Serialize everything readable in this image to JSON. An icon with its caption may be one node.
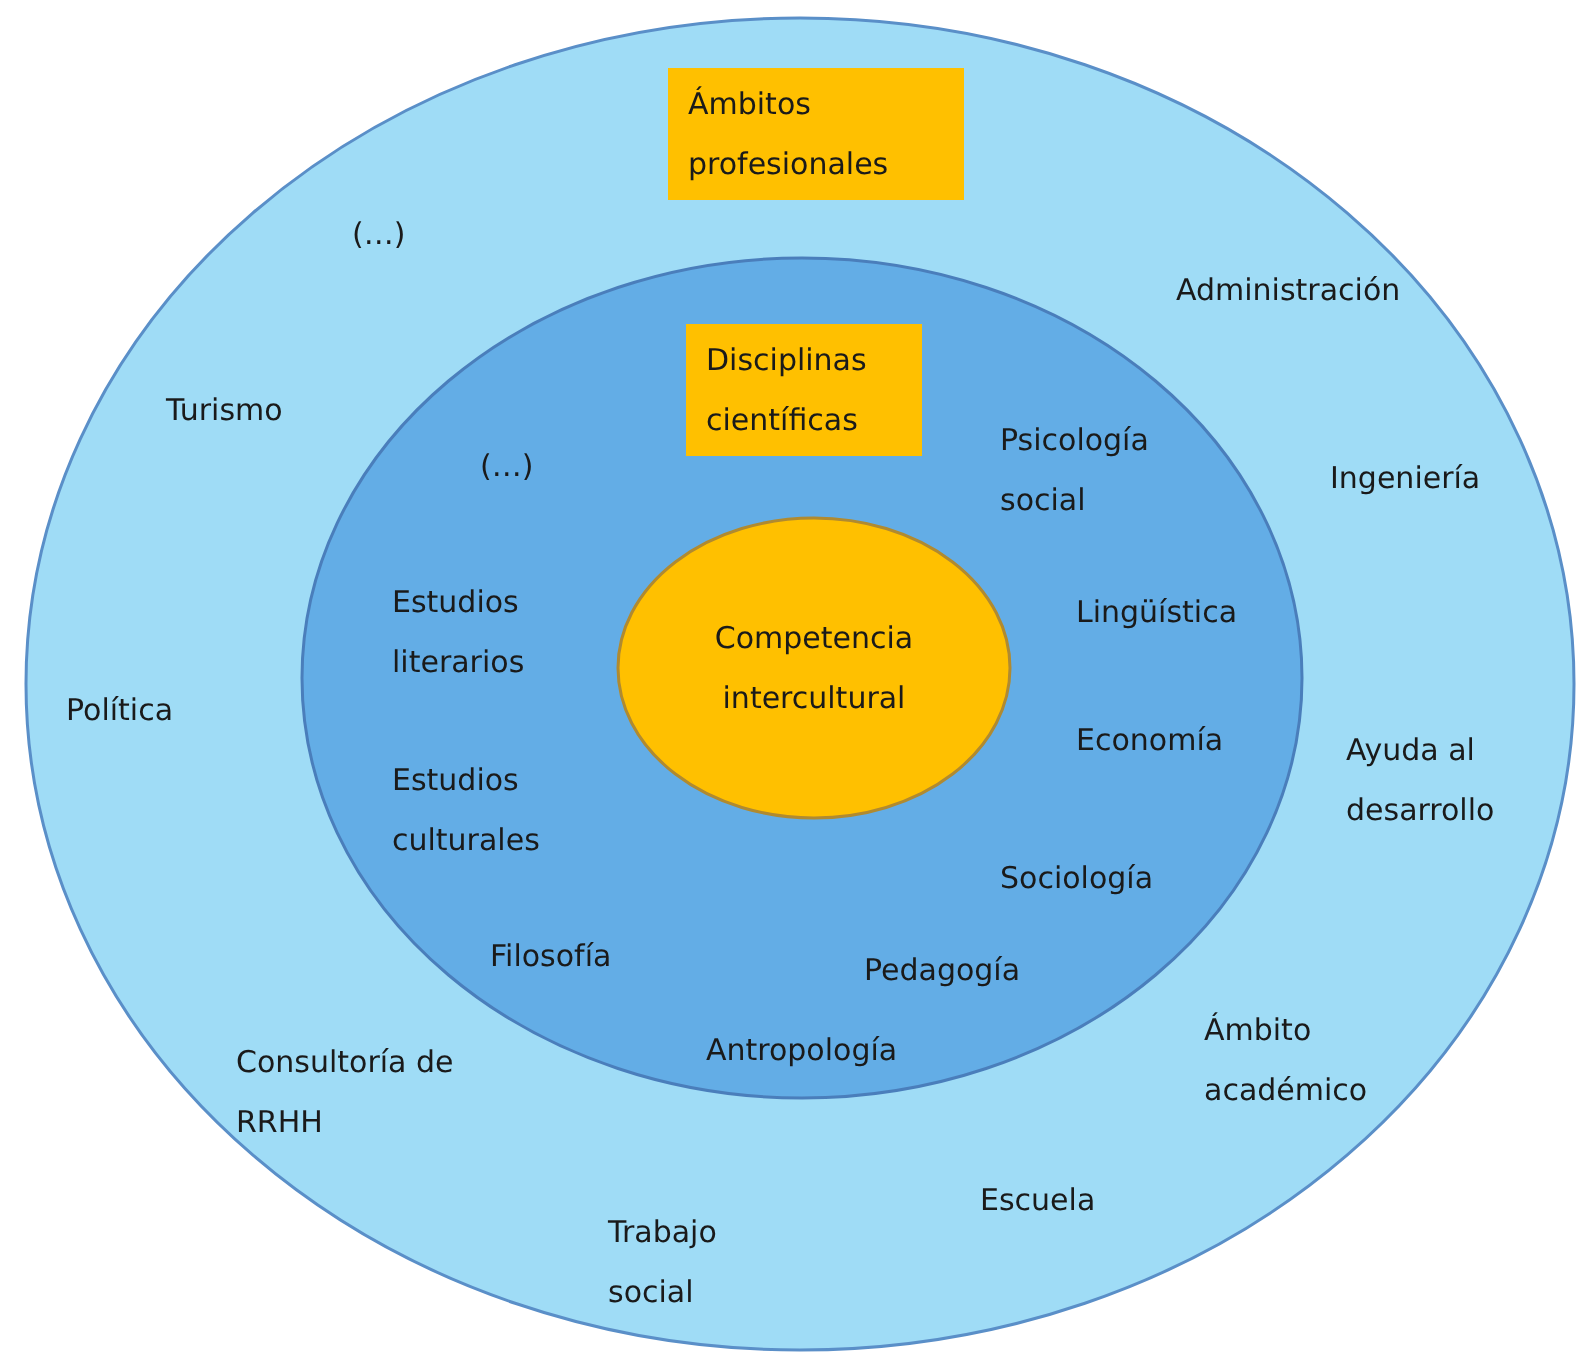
{
  "diagram": {
    "nodes": [
      {
        "text": [],
        "shape": "ellipse"
      },
      {
        "text": [
          "Ámbitos profesionales"
        ],
        "in": 0
      },
      {
        "text": [],
        "shape": "ellipse",
        "in": 0
      },
      {
        "text": [
          "Disciplinas científicas"
        ],
        "in": 2
      },
      {
        "text": [
          "Competencia intercultural"
        ],
        "in": 2
      }
    ],
    "edges": [],
    "labels": [
      "(…)",
      "Administración",
      "Turismo",
      "Psicología social",
      "(…)",
      "Ingeniería",
      "Estudios literarios",
      "Lingüística",
      "Política",
      "Economía",
      "Ayuda al desarrollo",
      "Estudios culturales",
      "Sociología",
      "Filosofía",
      "Pedagogía",
      "Ámbito académico",
      "Consultoría de RRHH",
      "Antropología",
      "Escuela",
      "Trabajo social"
    ]
  }
}
